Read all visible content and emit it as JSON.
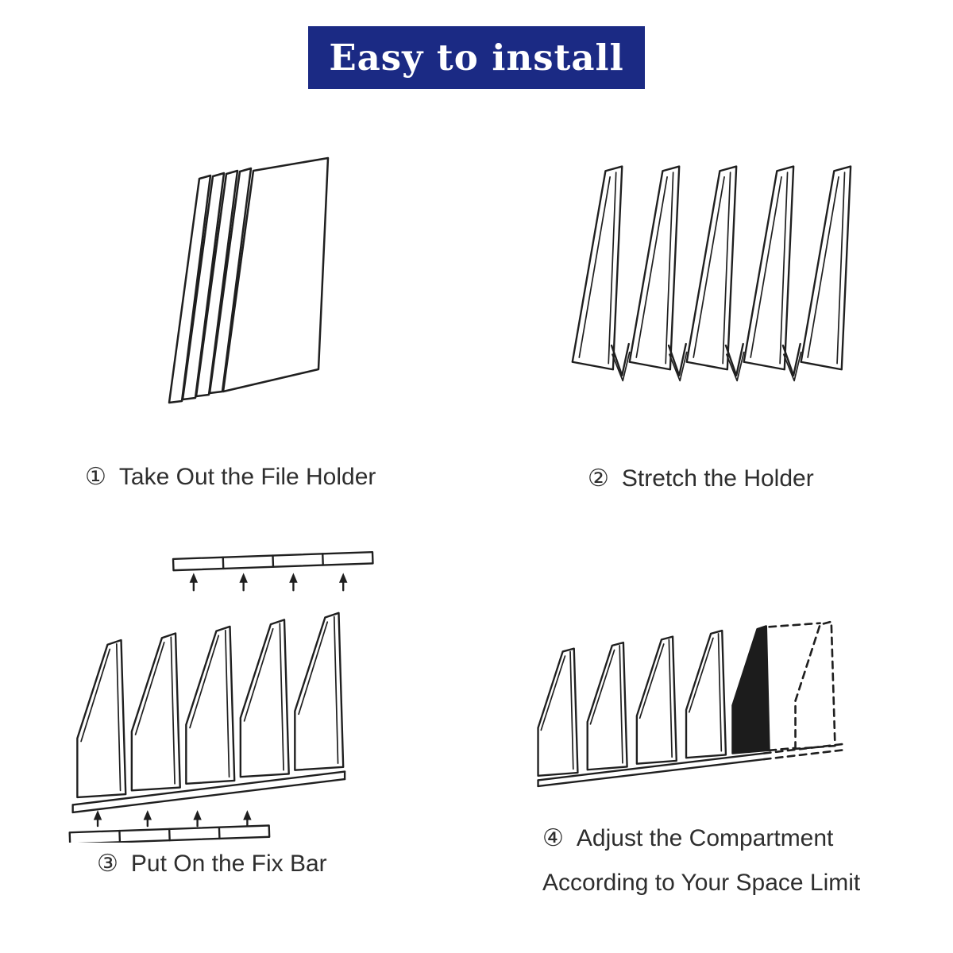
{
  "banner": {
    "title": "Easy to install",
    "bg_color": "#1b2a84",
    "text_color": "#ffffff"
  },
  "steps": [
    {
      "number": "①",
      "lines": [
        "Take Out the File Holder"
      ]
    },
    {
      "number": "②",
      "lines": [
        "Stretch the Holder"
      ]
    },
    {
      "number": "③",
      "lines": [
        "Put On the Fix Bar"
      ]
    },
    {
      "number": "④",
      "lines": [
        "Adjust the Compartment",
        "According to Your Space Limit"
      ]
    }
  ],
  "figures": {
    "step1": "collapsed-file-holder-illustration",
    "step2": "stretched-file-holder-illustration",
    "step3": "fix-bar-installation-illustration",
    "step4": "compartment-adjustment-illustration"
  },
  "art": {
    "line_color": "#1f1f1f",
    "dark_panel_color": "#1c1c1c",
    "background": "#ffffff"
  }
}
